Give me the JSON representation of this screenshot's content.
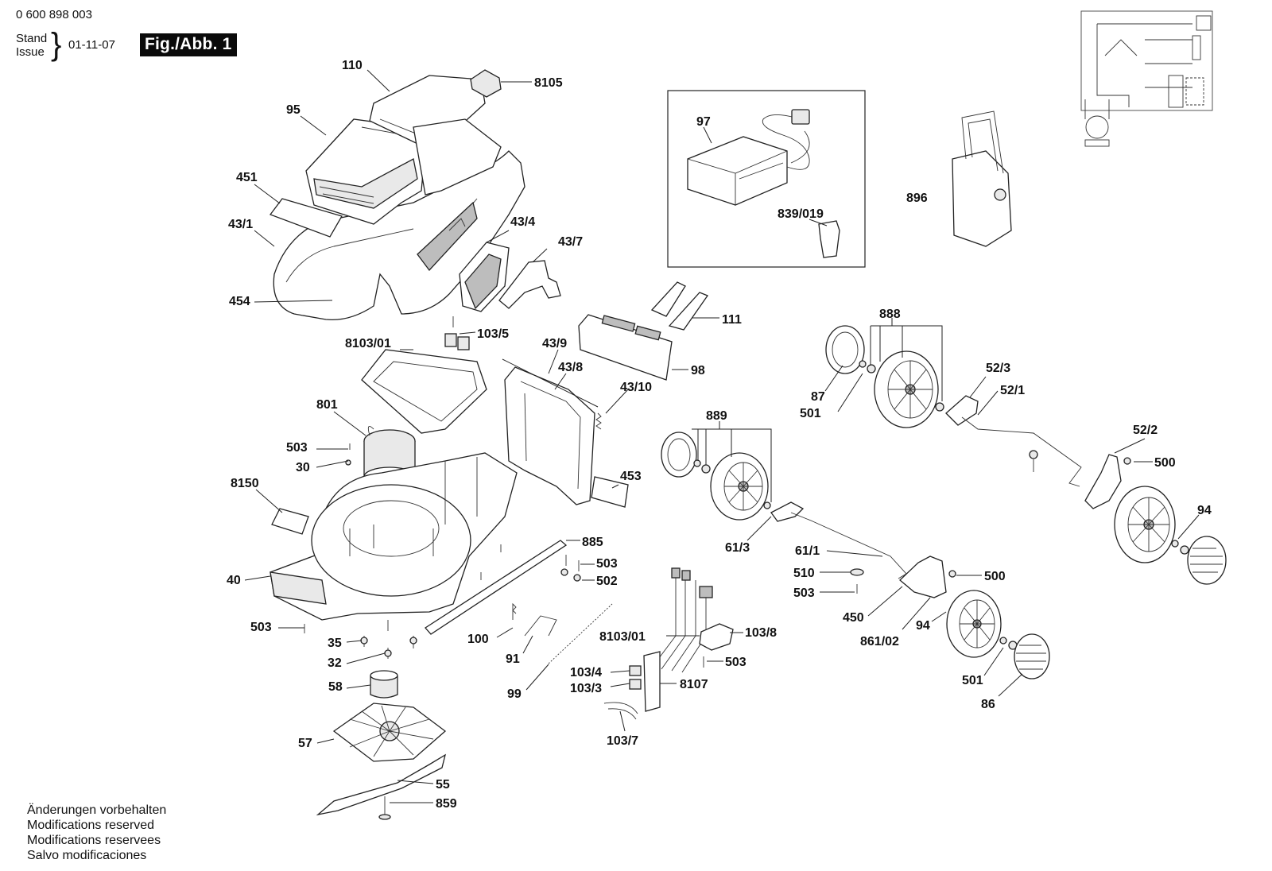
{
  "header": {
    "doc_number": "0 600 898 003",
    "stand_label": "Stand",
    "issue_label": "Issue",
    "date": "01-11-07",
    "fig_label": "Fig./Abb. 1"
  },
  "notes": [
    "Änderungen vorbehalten",
    "Modifications reserved",
    "Modifications reservees",
    "Salvo modificaciones"
  ],
  "part_labels": {
    "p110": "110",
    "p8105": "8105",
    "p95": "95",
    "p451": "451",
    "p43_1": "43/1",
    "p454": "454",
    "p43_4": "43/4",
    "p43_7": "43/7",
    "p97": "97",
    "p839_019": "839/019",
    "p896": "896",
    "p111": "111",
    "p98": "98",
    "p103_5": "103/5",
    "p8103_01a": "8103/01",
    "p43_9": "43/9",
    "p43_8": "43/8",
    "p43_10": "43/10",
    "p453": "453",
    "p801": "801",
    "p503a": "503",
    "p30": "30",
    "p8150": "8150",
    "p40": "40",
    "p885": "885",
    "p503b": "503",
    "p502": "502",
    "p503c": "503",
    "p35": "35",
    "p32": "32",
    "p58": "58",
    "p57": "57",
    "p55": "55",
    "p859": "859",
    "p100": "100",
    "p91": "91",
    "p99": "99",
    "p8103_01b": "8103/01",
    "p103_8": "103/8",
    "p503d": "503",
    "p103_4": "103/4",
    "p103_3": "103/3",
    "p8107": "8107",
    "p103_7": "103/7",
    "p888": "888",
    "p87": "87",
    "p501a": "501",
    "p52_3": "52/3",
    "p52_1": "52/1",
    "p52_2": "52/2",
    "p500a": "500",
    "p94a": "94",
    "p889": "889",
    "p61_3": "61/3",
    "p61_1": "61/1",
    "p510": "510",
    "p503e": "503",
    "p500b": "500",
    "p450": "450",
    "p861_02": "861/02",
    "p94b": "94",
    "p501b": "501",
    "p86": "86"
  }
}
